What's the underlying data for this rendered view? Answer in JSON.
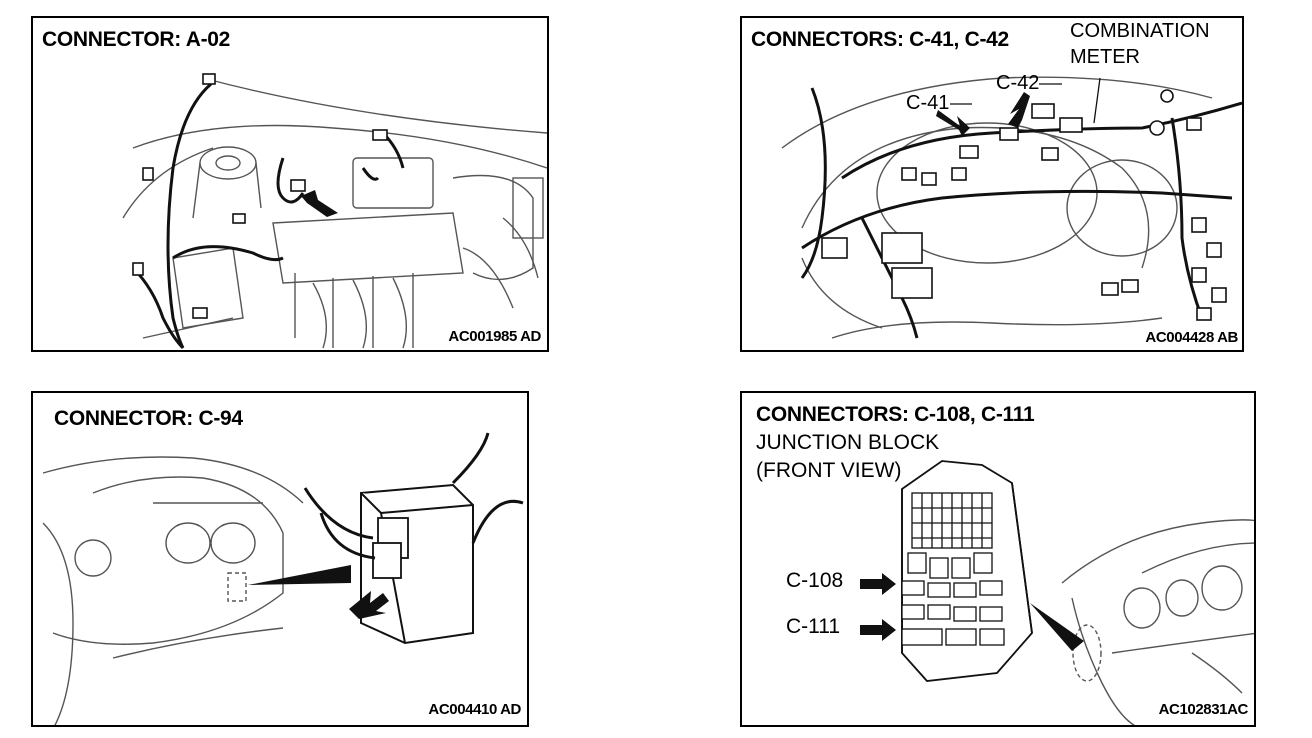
{
  "panels": [
    {
      "title": "CONNECTOR: A-02",
      "code": "AC001985 AD"
    },
    {
      "title": "CONNECTORS: C-41, C-42",
      "code": "AC004428 AB",
      "labels": {
        "meter_line1": "COMBINATION",
        "meter_line2": "METER",
        "c41": "C-41",
        "c42": "C-42"
      }
    },
    {
      "title": "CONNECTOR: C-94",
      "code": "AC004410 AD"
    },
    {
      "title": "CONNECTORS: C-108, C-111",
      "code": "AC102831AC",
      "labels": {
        "junction_line1": "JUNCTION BLOCK",
        "junction_line2": "(FRONT VIEW)",
        "c108": "C-108",
        "c111": "C-111"
      }
    }
  ]
}
